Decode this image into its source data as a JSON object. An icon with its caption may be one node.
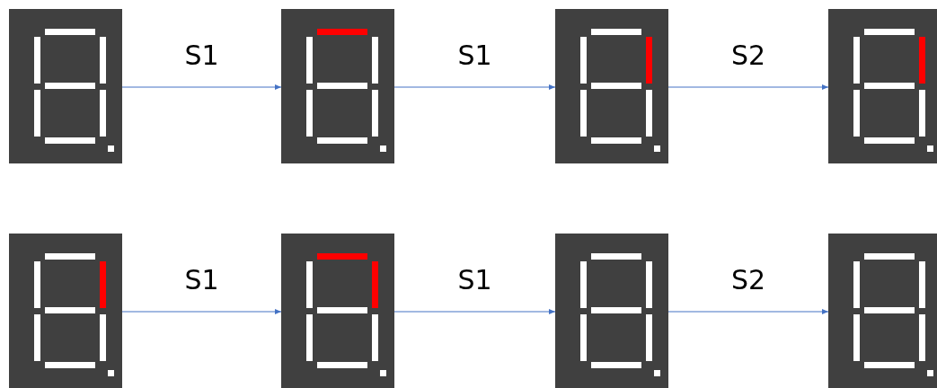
{
  "diagram": {
    "nodes": [
      {
        "text": [],
        "shape": "picture"
      },
      {
        "text": [],
        "shape": "picture"
      },
      {
        "text": [],
        "shape": "picture"
      },
      {
        "text": [],
        "shape": "picture"
      },
      {
        "text": [],
        "shape": "picture"
      },
      {
        "text": [],
        "shape": "picture"
      },
      {
        "text": [],
        "shape": "picture"
      },
      {
        "text": [],
        "shape": "picture"
      }
    ],
    "edges": [
      {
        "from": 0,
        "to": 1,
        "arrow": "to",
        "label": "S1"
      },
      {
        "from": 1,
        "to": 2,
        "arrow": "to",
        "label": "S1"
      },
      {
        "from": 2,
        "to": 3,
        "arrow": "to",
        "label": "S2"
      },
      {
        "from": 4,
        "to": 5,
        "arrow": "to",
        "label": "S1"
      },
      {
        "from": 5,
        "to": 6,
        "arrow": "to",
        "label": "S1"
      },
      {
        "from": 6,
        "to": 7,
        "arrow": "to",
        "label": "S2"
      }
    ]
  }
}
